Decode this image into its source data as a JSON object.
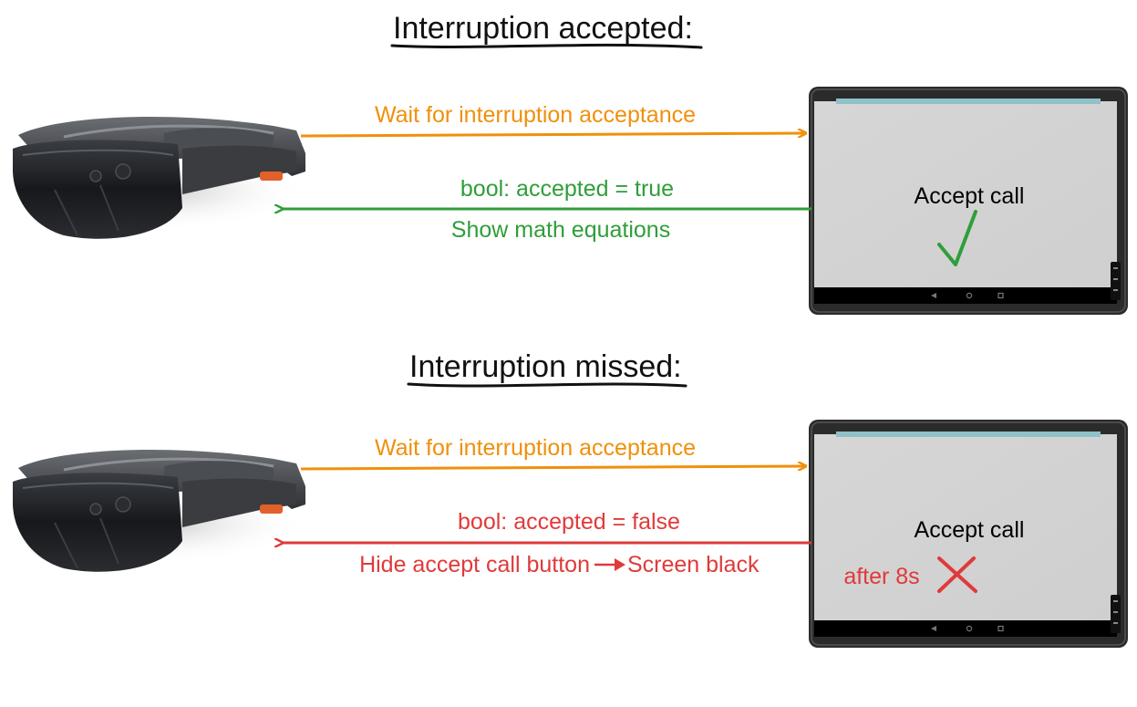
{
  "scenarios": [
    {
      "title": "Interruption accepted",
      "title_suffix": ":",
      "request_label": "Wait for interruption acceptance",
      "response_label": "bool: accepted = true",
      "action_label": "Show math equations",
      "screen_text": "Accept call",
      "result_icon": "check-mark-icon",
      "response_color": "#2f9e3a"
    },
    {
      "title": "Interruption missed",
      "title_suffix": ":",
      "request_label": "Wait for interruption acceptance",
      "response_label": "bool: accepted = false",
      "action_label_part1": "Hide accept call button",
      "action_label_part2": "Screen black",
      "screen_text": "Accept call",
      "timeout_label": "after 8s",
      "result_icon": "cross-mark-icon",
      "response_color": "#e03a3a"
    }
  ],
  "colors": {
    "request_arrow": "#f0900c",
    "accepted": "#2f9e3a",
    "missed": "#e03a3a"
  }
}
